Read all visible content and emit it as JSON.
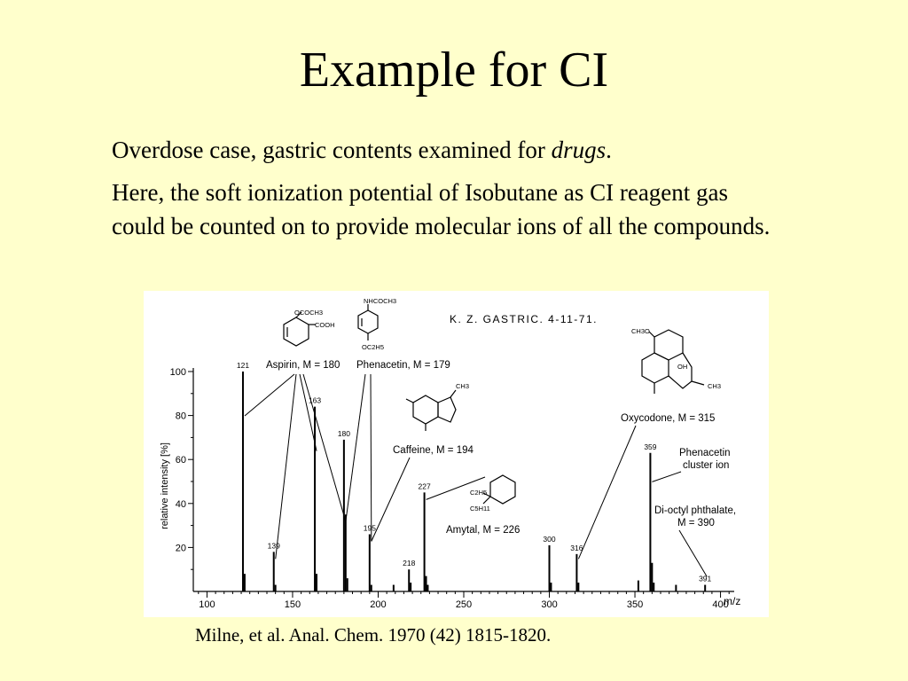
{
  "slide": {
    "title": "Example for CI",
    "bullet1_text": "Overdose case, gastric contents examined for ",
    "bullet1_em": "drugs",
    "bullet1_end": ".",
    "bullet2": "Here, the soft ionization potential of Isobutane as CI reagent gas could be counted on to provide molecular ions of all the compounds.",
    "citation": "Milne, et al. Anal. Chem. 1970 (42) 1815-1820."
  },
  "chart_data": {
    "type": "bar",
    "title": "K. Z. GASTRIC. 4-11-71.",
    "xlabel": "m/z",
    "ylabel": "relative intensity [%]",
    "xlim": [
      92,
      408
    ],
    "ylim": [
      0,
      100
    ],
    "xticks": [
      100,
      150,
      200,
      250,
      300,
      350,
      400
    ],
    "yticks": [
      20,
      40,
      60,
      80,
      100
    ],
    "peaks": [
      {
        "mz": 121,
        "intensity": 100,
        "label": "121"
      },
      {
        "mz": 122,
        "intensity": 8,
        "label": ""
      },
      {
        "mz": 139,
        "intensity": 18,
        "label": "139"
      },
      {
        "mz": 140,
        "intensity": 3,
        "label": ""
      },
      {
        "mz": 163,
        "intensity": 84,
        "label": "163"
      },
      {
        "mz": 164,
        "intensity": 8,
        "label": ""
      },
      {
        "mz": 180,
        "intensity": 69,
        "label": "180"
      },
      {
        "mz": 181,
        "intensity": 35,
        "label": ""
      },
      {
        "mz": 182,
        "intensity": 6,
        "label": ""
      },
      {
        "mz": 195,
        "intensity": 26,
        "label": "195"
      },
      {
        "mz": 196,
        "intensity": 3,
        "label": ""
      },
      {
        "mz": 209,
        "intensity": 3,
        "label": ""
      },
      {
        "mz": 218,
        "intensity": 10,
        "label": "218"
      },
      {
        "mz": 219,
        "intensity": 4,
        "label": ""
      },
      {
        "mz": 227,
        "intensity": 45,
        "label": "227"
      },
      {
        "mz": 228,
        "intensity": 7,
        "label": ""
      },
      {
        "mz": 229,
        "intensity": 3,
        "label": ""
      },
      {
        "mz": 300,
        "intensity": 21,
        "label": "300"
      },
      {
        "mz": 301,
        "intensity": 4,
        "label": ""
      },
      {
        "mz": 316,
        "intensity": 17,
        "label": "316"
      },
      {
        "mz": 317,
        "intensity": 4,
        "label": ""
      },
      {
        "mz": 352,
        "intensity": 5,
        "label": ""
      },
      {
        "mz": 359,
        "intensity": 63,
        "label": "359"
      },
      {
        "mz": 360,
        "intensity": 13,
        "label": ""
      },
      {
        "mz": 361,
        "intensity": 4,
        "label": ""
      },
      {
        "mz": 374,
        "intensity": 3,
        "label": ""
      },
      {
        "mz": 391,
        "intensity": 3,
        "label": "391"
      }
    ],
    "annotations": [
      {
        "text": "Aspirin, M = 180",
        "pointers": [
          121,
          139,
          163,
          180
        ]
      },
      {
        "text": "Phenacetin, M = 179",
        "pointers": [
          180,
          195
        ]
      },
      {
        "text": "Caffeine, M = 194",
        "pointers": [
          195
        ]
      },
      {
        "text": "Amytal, M = 226",
        "pointers": [
          227
        ]
      },
      {
        "text": "Oxycodone, M = 315",
        "pointers": [
          316
        ]
      },
      {
        "text": "Phenacetin cluster ion",
        "pointers": [
          359
        ]
      },
      {
        "text": "Di-octyl phthalate, M = 390",
        "pointers": [
          391
        ]
      }
    ],
    "structure_labels": {
      "aspirin_sub1": "OCOCH3",
      "aspirin_sub2": "COOH",
      "phenacetin_sub1": "NHCOCH3",
      "phenacetin_sub2": "OC2H5",
      "caffeine_sub": "CH3",
      "amytal_sub1": "C2H5",
      "amytal_sub2": "C5H11",
      "oxycodone_sub1": "CH3O",
      "oxycodone_sub2": "OH",
      "oxycodone_sub3": "CH3"
    }
  }
}
